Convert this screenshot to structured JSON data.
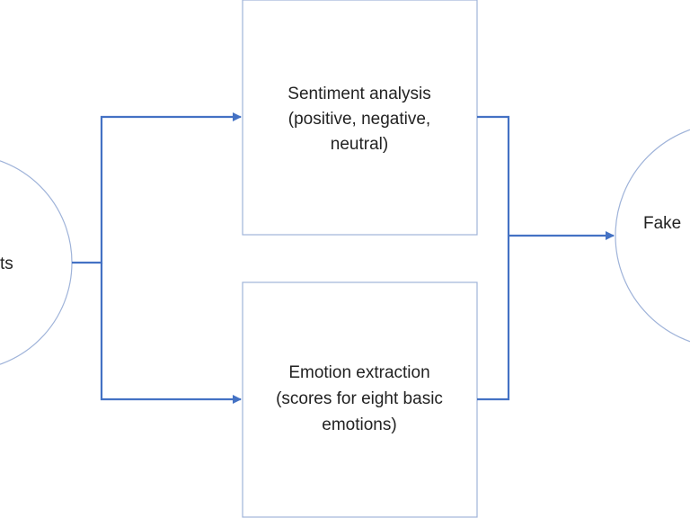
{
  "diagram": {
    "input_node": {
      "label": "ts"
    },
    "sentiment_box": {
      "lines": [
        "Sentiment analysis",
        "(positive, negative,",
        "neutral)"
      ]
    },
    "emotion_box": {
      "lines": [
        "Emotion extraction",
        "(scores for eight basic",
        "emotions)"
      ]
    },
    "output_node": {
      "label": "Fake"
    }
  },
  "colors": {
    "connector": "#4472c4",
    "border": "#9fb3d9",
    "text": "#222222",
    "background": "#ffffff"
  }
}
